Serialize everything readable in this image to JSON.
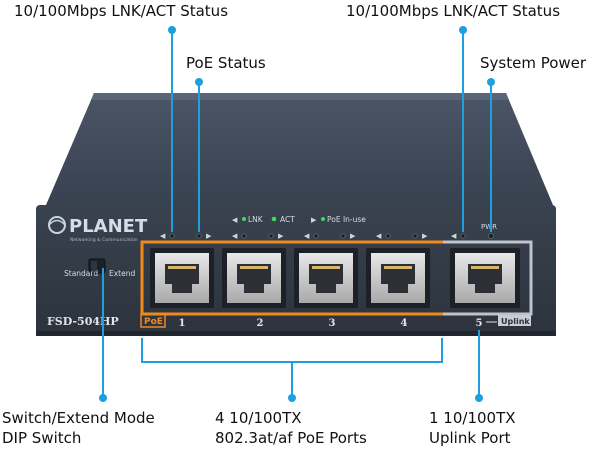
{
  "callouts": {
    "lnk_act_left": "10/100Mbps LNK/ACT Status",
    "lnk_act_right": "10/100Mbps LNK/ACT Status",
    "poe_status": "PoE Status",
    "system_power": "System Power",
    "dip_switch_line1": "Switch/Extend Mode",
    "dip_switch_line2": "DIP Switch",
    "poe_ports_line1": "4 10/100TX",
    "poe_ports_line2": "802.3at/af PoE Ports",
    "uplink_line1": "1 10/100TX",
    "uplink_line2": "Uplink Port"
  },
  "device": {
    "brand": "PLANET",
    "brand_tagline": "Networking & Communication",
    "model": "FSD-504HP",
    "dip_label_standard": "Standard",
    "dip_label_extend": "Extend",
    "led_legend_lnk": "LNK",
    "led_legend_act": "ACT",
    "led_legend_poe": "PoE In-use",
    "pwr_label": "PWR",
    "poe_badge": "PoE",
    "uplink_badge": "Uplink",
    "port_numbers": [
      "1",
      "2",
      "3",
      "4",
      "5"
    ]
  },
  "colors": {
    "callout_line": "#1f9fe0",
    "poe_highlight": "#f08a1c",
    "chassis_top": "#3b4656",
    "chassis_front": "#353d49",
    "led_green": "#3ddc5a"
  }
}
